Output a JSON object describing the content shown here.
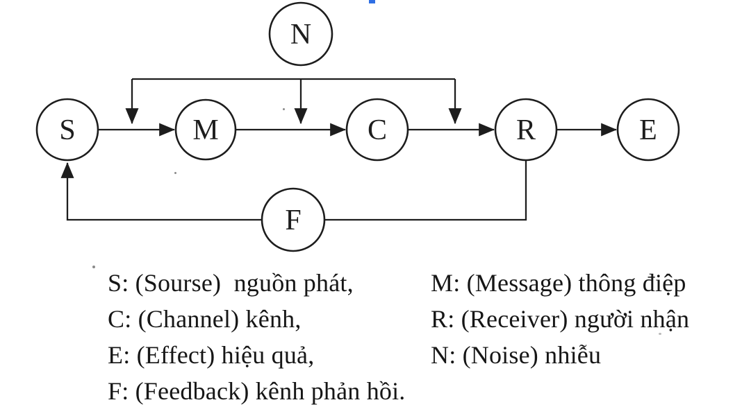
{
  "diagram": {
    "nodes": [
      {
        "id": "s",
        "label": "S"
      },
      {
        "id": "m",
        "label": "M"
      },
      {
        "id": "c",
        "label": "C"
      },
      {
        "id": "r",
        "label": "R"
      },
      {
        "id": "e",
        "label": "E"
      },
      {
        "id": "n",
        "label": "N"
      },
      {
        "id": "f",
        "label": "F"
      }
    ]
  },
  "legend": {
    "left": [
      "S: (Sourse)  nguồn phát,",
      "C: (Channel) kênh,",
      "E: (Effect) hiệu quả,",
      "F: (Feedback) kênh phản hồi."
    ],
    "right": [
      "M: (Message) thông điệp",
      "R: (Receiver) người nhận",
      "N: (Noise) nhiễu"
    ]
  },
  "colors": {
    "ink": "#1d1d1d",
    "background": "#ffffff",
    "artifact_blue": "#2f6fe4"
  }
}
